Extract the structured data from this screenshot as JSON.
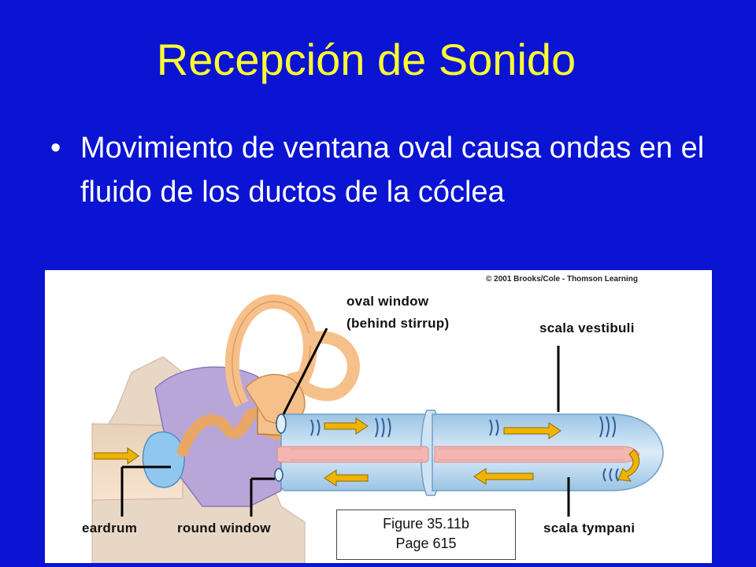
{
  "slide": {
    "title": "Recepción de Sonido",
    "bullets": [
      "Movimiento de ventana oval causa ondas en el fluido de los ductos de la cóclea"
    ],
    "bullet_symbol": "•"
  },
  "figure": {
    "copyright": "© 2001 Brooks/Cole - Thomson Learning",
    "labels": {
      "oval_window_1": "oval window",
      "oval_window_2": "(behind stirrup)",
      "scala_vestibuli": "scala vestibuli",
      "eardrum": "eardrum",
      "round_window": "round window",
      "scala_tympani": "scala tympani"
    },
    "caption": {
      "line1": "Figure 35.11b",
      "line2": "Page 615"
    }
  },
  "colors": {
    "background": "#0a14d2",
    "title": "#ffff33",
    "body_text": "#ffffff",
    "bone": "#f6c08a",
    "duct": "#bcd9ee",
    "membrane": "#f4b6b0",
    "arrow": "#f0b400"
  }
}
